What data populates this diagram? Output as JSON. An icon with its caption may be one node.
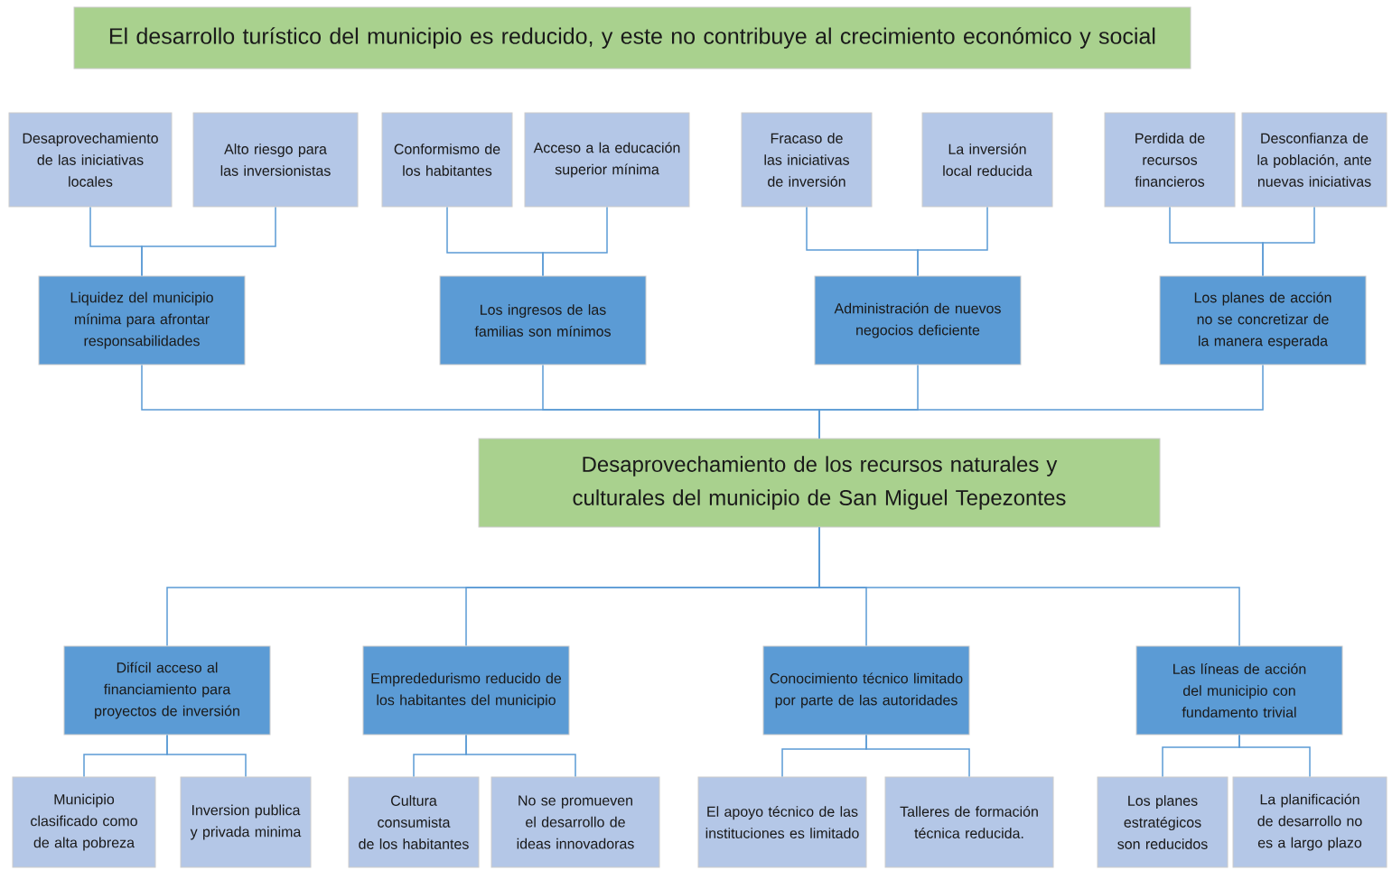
{
  "diagram": {
    "nodes": [
      {
        "text": [
          "El desarrollo turístico del municipio es reducido, y este no contribuye al crecimiento económico y social"
        ]
      },
      {
        "text": [
          "Desaprovechamiento de las iniciativas locales"
        ]
      },
      {
        "text": [
          "Alto riesgo para las inversionistas"
        ]
      },
      {
        "text": [
          "Conformismo de los habitantes"
        ]
      },
      {
        "text": [
          "Acceso a la educación superior mínima"
        ]
      },
      {
        "text": [
          "Fracaso de las iniciativas de inversión"
        ]
      },
      {
        "text": [
          "La inversión local reducida"
        ]
      },
      {
        "text": [
          "Perdida de recursos financieros"
        ]
      },
      {
        "text": [
          "Desconfianza de la población, ante nuevas iniciativas"
        ]
      },
      {
        "text": [
          "Liquidez del municipio mínima para afrontar responsabilidades"
        ]
      },
      {
        "text": [
          "Los ingresos de las familias son mínimos"
        ]
      },
      {
        "text": [
          "Administración de nuevos negocios deficiente"
        ]
      },
      {
        "text": [
          "Los planes de acción no se concretizar de la manera esperada"
        ]
      },
      {
        "text": [
          "Desaprovechamiento de los recursos naturales y culturales del municipio de San Miguel Tepezontes"
        ]
      },
      {
        "text": [
          "Difícil acceso al financiamiento para proyectos de inversión"
        ]
      },
      {
        "text": [
          "Emprededurismo reducido de los habitantes del municipio"
        ]
      },
      {
        "text": [
          "Conocimiento técnico limitado por parte de las autoridades"
        ]
      },
      {
        "text": [
          "Las líneas de acción del municipio con fundamento trivial"
        ]
      },
      {
        "text": [
          "Municipio clasificado como de alta pobreza"
        ]
      },
      {
        "text": [
          "Inversion publica y privada minima"
        ]
      },
      {
        "text": [
          "Cultura consumista de los habitantes"
        ]
      },
      {
        "text": [
          "No se promueven el desarrollo de ideas innovadoras"
        ]
      },
      {
        "text": [
          "El apoyo técnico de las instituciones es limitado"
        ]
      },
      {
        "text": [
          "Talleres de formación técnica reducida."
        ]
      },
      {
        "text": [
          "Los planes estratégicos son reducidos"
        ]
      },
      {
        "text": [
          "La planificación de desarrollo no es a largo plazo"
        ]
      }
    ],
    "edges": [
      {
        "from": 1,
        "to": 9,
        "arrow": "none"
      },
      {
        "from": 2,
        "to": 9,
        "arrow": "none"
      },
      {
        "from": 3,
        "to": 10,
        "arrow": "none"
      },
      {
        "from": 4,
        "to": 10,
        "arrow": "none"
      },
      {
        "from": 5,
        "to": 11,
        "arrow": "none"
      },
      {
        "from": 6,
        "to": 11,
        "arrow": "none"
      },
      {
        "from": 7,
        "to": 12,
        "arrow": "none"
      },
      {
        "from": 8,
        "to": 12,
        "arrow": "none"
      },
      {
        "from": 9,
        "to": 13,
        "arrow": "none"
      },
      {
        "from": 10,
        "to": 13,
        "arrow": "none"
      },
      {
        "from": 11,
        "to": 13,
        "arrow": "none"
      },
      {
        "from": 12,
        "to": 13,
        "arrow": "none"
      },
      {
        "from": 13,
        "to": 14,
        "arrow": "none"
      },
      {
        "from": 13,
        "to": 15,
        "arrow": "none"
      },
      {
        "from": 13,
        "to": 16,
        "arrow": "none"
      },
      {
        "from": 13,
        "to": 17,
        "arrow": "none"
      },
      {
        "from": 14,
        "to": 18,
        "arrow": "none"
      },
      {
        "from": 14,
        "to": 19,
        "arrow": "none"
      },
      {
        "from": 15,
        "to": 20,
        "arrow": "none"
      },
      {
        "from": 15,
        "to": 21,
        "arrow": "none"
      },
      {
        "from": 16,
        "to": 22,
        "arrow": "none"
      },
      {
        "from": 16,
        "to": 23,
        "arrow": "none"
      },
      {
        "from": 17,
        "to": 24,
        "arrow": "none"
      },
      {
        "from": 17,
        "to": 25,
        "arrow": "none"
      }
    ]
  }
}
